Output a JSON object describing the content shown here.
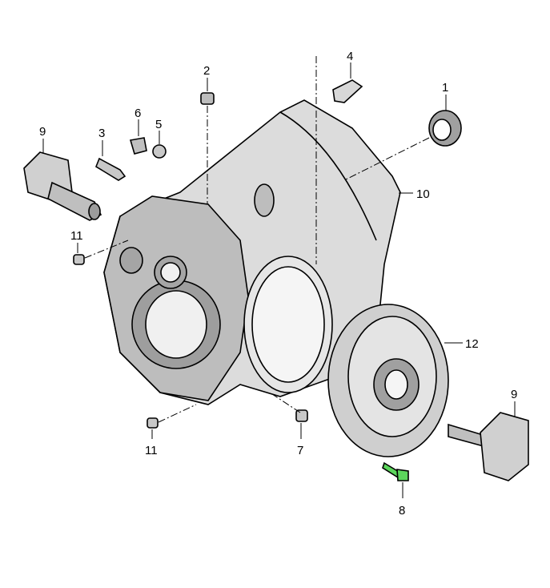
{
  "diagram": {
    "title": "Transmission housing exploded view",
    "colors": {
      "part_fill": "#d9d9d9",
      "part_shade": "#a8a8a8",
      "highlight": "#5cd65c",
      "outline": "#000000"
    },
    "callouts": [
      {
        "id": "c1",
        "label": "1"
      },
      {
        "id": "c2",
        "label": "2"
      },
      {
        "id": "c3",
        "label": "3"
      },
      {
        "id": "c4",
        "label": "4"
      },
      {
        "id": "c5",
        "label": "5"
      },
      {
        "id": "c6",
        "label": "6"
      },
      {
        "id": "c7",
        "label": "7"
      },
      {
        "id": "c8",
        "label": "8"
      },
      {
        "id": "c9a",
        "label": "9"
      },
      {
        "id": "c9b",
        "label": "9"
      },
      {
        "id": "c10",
        "label": "10"
      },
      {
        "id": "c11a",
        "label": "11"
      },
      {
        "id": "c11b",
        "label": "11"
      },
      {
        "id": "c12",
        "label": "12"
      }
    ]
  }
}
